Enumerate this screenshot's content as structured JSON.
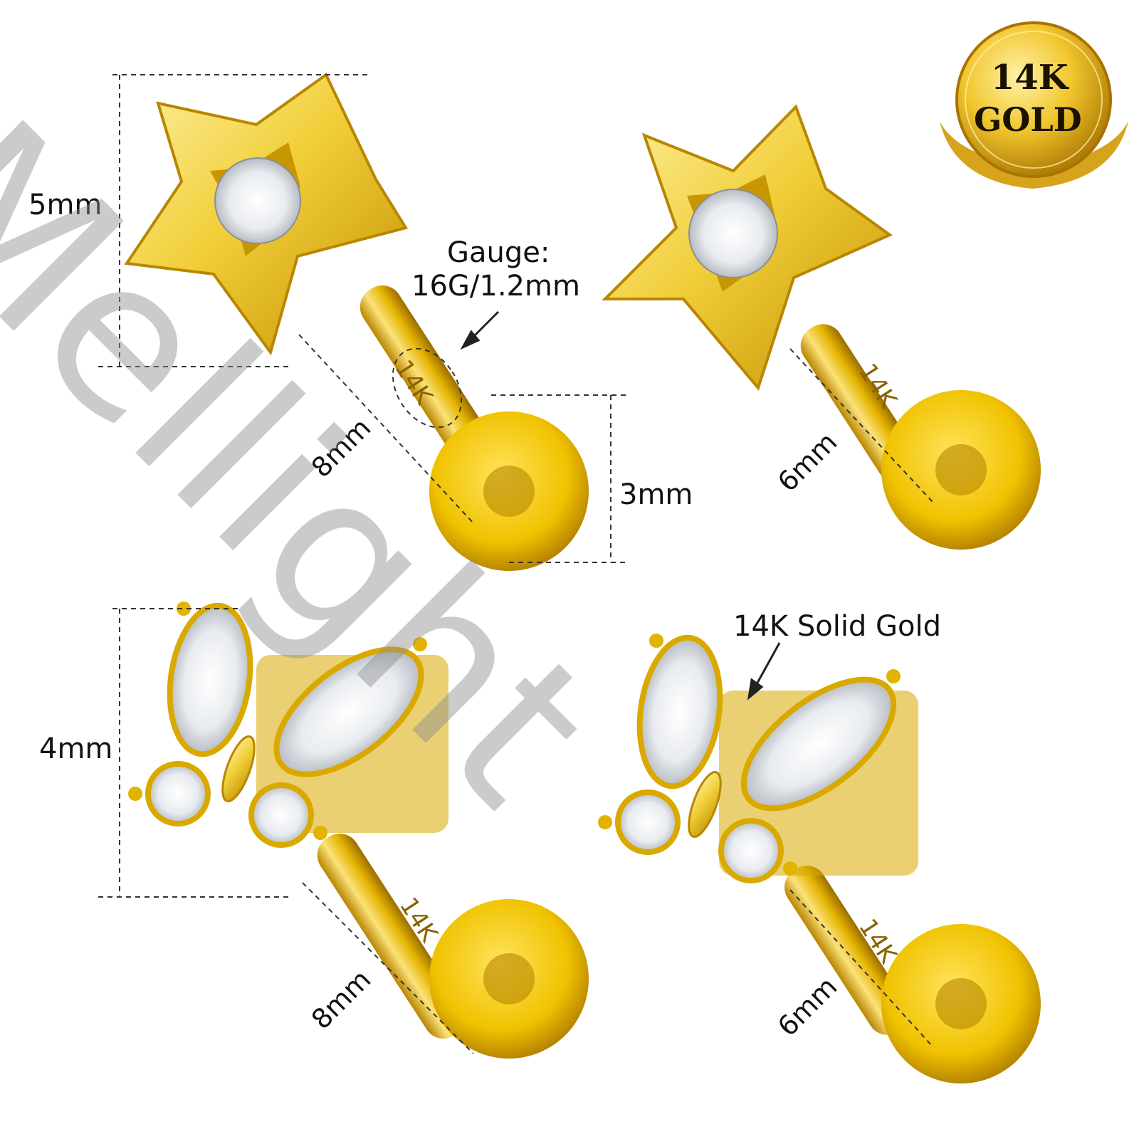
{
  "labels": {
    "star1_height": "5mm",
    "gauge_title": "Gauge:",
    "gauge_value": "16G/1.2mm",
    "star1_bar_length": "8mm",
    "disc_size": "3mm",
    "star2_bar_length": "6mm",
    "butterfly1_height": "4mm",
    "butterfly1_bar_length": "8mm",
    "solid_gold": "14K Solid Gold",
    "butterfly2_bar_length": "6mm"
  },
  "engraving": "14K",
  "badge": {
    "line1": "14K",
    "line2": "GOLD"
  },
  "watermark": "Mellight",
  "colors": {
    "gold": "#e6b800",
    "gold_light": "#f7e27a",
    "gold_dark": "#a97800",
    "gem": "#f2f4f7",
    "line": "#333333"
  },
  "icons": [
    "star-icon",
    "butterfly-icon",
    "gold-badge-icon",
    "arrow-icon"
  ]
}
